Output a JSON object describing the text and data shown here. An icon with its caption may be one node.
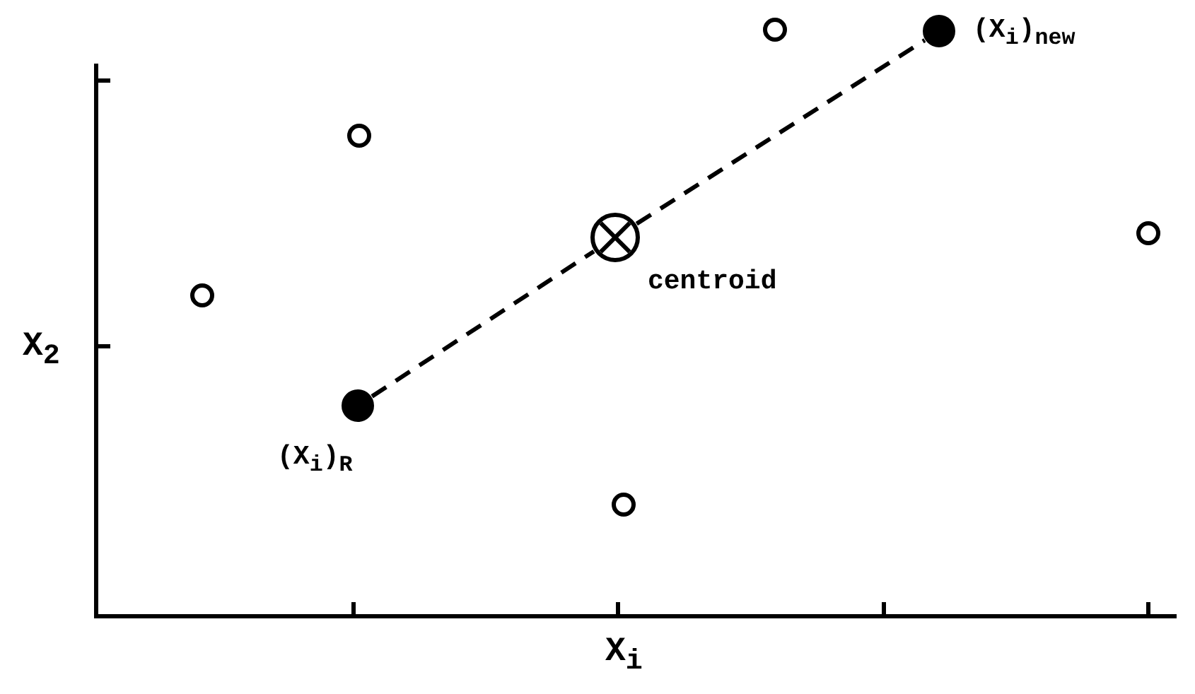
{
  "diagram": {
    "nodes": [
      {
        "text": [],
        "shape": "circle"
      },
      {
        "text": [],
        "shape": "circle",
        "beside": [
          "(X$_{i}$)$_{new}$"
        ]
      },
      {
        "text": [],
        "shape": "circle"
      },
      {
        "text": [],
        "shape": "circle",
        "beside": [
          "centroid"
        ]
      },
      {
        "text": [],
        "shape": "circle"
      },
      {
        "text": [],
        "shape": "circle"
      },
      {
        "text": [],
        "shape": "circle",
        "beside": [
          "(X$_{i}$)$_{R}$"
        ]
      },
      {
        "text": [],
        "shape": "circle"
      }
    ],
    "edges": [
      {
        "from": 6,
        "to": 3,
        "arrow": "none",
        "style": "dashed"
      },
      {
        "from": 3,
        "to": 1,
        "arrow": "none",
        "style": "dashed"
      }
    ],
    "labels": [
      "X$_{2}$",
      "X$_{i}$"
    ]
  }
}
